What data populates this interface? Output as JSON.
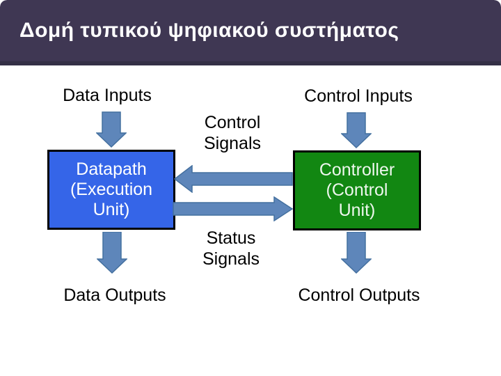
{
  "slide": {
    "title": "Δομή τυπικού ψηφιακού συστήματος"
  },
  "labels": {
    "data_inputs": "Data Inputs",
    "control_inputs": "Control Inputs",
    "data_outputs": "Data Outputs",
    "control_outputs": "Control Outputs",
    "control_signals": {
      "lines": [
        "Control",
        "Signals"
      ]
    },
    "status_signals": {
      "lines": [
        "Status",
        "Signals"
      ]
    }
  },
  "boxes": {
    "datapath": {
      "lines": [
        "Datapath",
        "(Execution",
        "Unit)"
      ],
      "fill": "#3565e8",
      "text_color": "#ffffff"
    },
    "controller": {
      "lines": [
        "Controller",
        "(Control",
        "Unit)"
      ],
      "fill": "#128712",
      "text_color": "#eef7ee"
    }
  },
  "icons": {
    "arrows": [
      {
        "name": "data-inputs-arrow",
        "direction": "down",
        "from": "Data Inputs",
        "to": "Datapath"
      },
      {
        "name": "control-inputs-arrow",
        "direction": "down",
        "from": "Control Inputs",
        "to": "Controller"
      },
      {
        "name": "control-signals-arrow",
        "direction": "left",
        "from": "Controller",
        "to": "Datapath"
      },
      {
        "name": "status-signals-arrow",
        "direction": "right",
        "from": "Datapath",
        "to": "Controller"
      },
      {
        "name": "data-outputs-arrow",
        "direction": "down",
        "from": "Datapath",
        "to": "Data Outputs"
      },
      {
        "name": "control-outputs-arrow",
        "direction": "down",
        "from": "Controller",
        "to": "Control Outputs"
      }
    ]
  },
  "colors": {
    "header_bg": "#3f3753",
    "header_border": "#343046",
    "title_text": "#ffffff",
    "body_bg": "#ffffff",
    "label_text": "#000000",
    "datapath_fill": "#3565e8",
    "controller_fill": "#128712",
    "box_border": "#000000",
    "arrow_fill": "#5e86ba",
    "arrow_stroke": "#44709f"
  }
}
